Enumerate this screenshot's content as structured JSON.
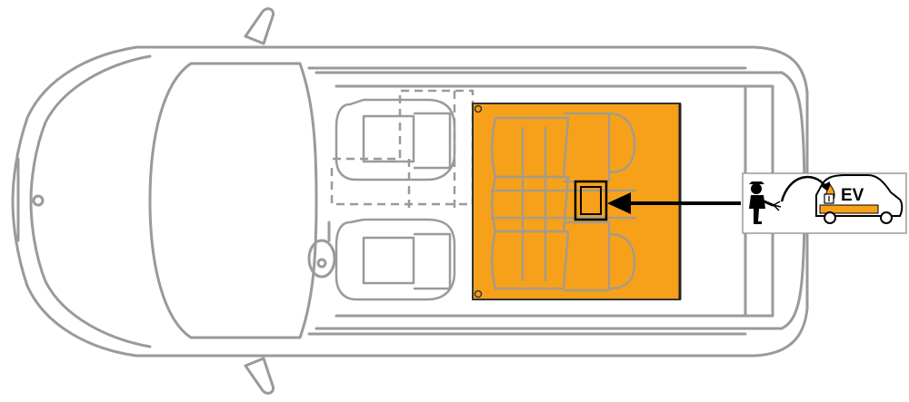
{
  "diagram": {
    "description_label": "",
    "sign": {
      "text": "EV"
    },
    "colors": {
      "battery": "#f7a11a",
      "outline": "#9a9a9a",
      "arrow": "#000000",
      "background": "#ffffff"
    },
    "icons": [
      "car-body-outline",
      "high-voltage-battery-area",
      "access-point-marker",
      "pointer-arrow",
      "firefighter-icon",
      "water-spray-icon",
      "ev-car-icon",
      "battery-fire-icon"
    ]
  }
}
